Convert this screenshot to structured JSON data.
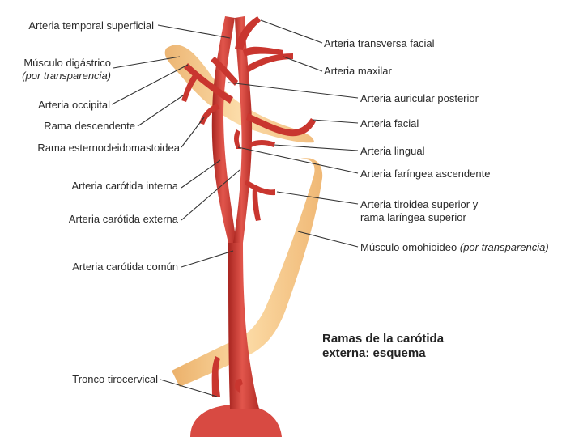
{
  "title": {
    "line1": "Ramas de la carótida",
    "line2": "externa: esquema"
  },
  "labels_left": [
    {
      "id": "temporal-superficial",
      "text": "Arteria temporal superficial"
    },
    {
      "id": "digastrico",
      "text": "Músculo digástrico"
    },
    {
      "id": "digastrico-note",
      "text": "(por transparencia)"
    },
    {
      "id": "occipital",
      "text": "Arteria occipital"
    },
    {
      "id": "rama-descendente",
      "text": "Rama descendente"
    },
    {
      "id": "rama-esternocleidomastoidea",
      "text": "Rama esternocleidomastoidea"
    },
    {
      "id": "carotida-interna",
      "text": "Arteria carótida interna"
    },
    {
      "id": "carotida-externa",
      "text": "Arteria carótida externa"
    },
    {
      "id": "carotida-comun",
      "text": "Arteria carótida común"
    },
    {
      "id": "tronco-tirocervical",
      "text": "Tronco tirocervical"
    }
  ],
  "labels_right": [
    {
      "id": "transversa-facial",
      "text": "Arteria transversa facial"
    },
    {
      "id": "maxilar",
      "text": "Arteria maxilar"
    },
    {
      "id": "auricular-posterior",
      "text": "Arteria auricular posterior"
    },
    {
      "id": "facial",
      "text": "Arteria facial"
    },
    {
      "id": "lingual",
      "text": "Arteria lingual"
    },
    {
      "id": "faringea-ascendente",
      "text": "Arteria faríngea ascendente"
    },
    {
      "id": "tiroidea-superior-1",
      "text": "Arteria tiroidea superior y"
    },
    {
      "id": "tiroidea-superior-2",
      "text": "rama laríngea superior"
    },
    {
      "id": "omohioideo",
      "text": "Músculo omohioideo"
    },
    {
      "id": "omohioideo-note",
      "text": "(por transparencia)"
    }
  ],
  "colors": {
    "artery": "#d8403a",
    "artery_dark": "#a82520",
    "artery_light": "#f08a80",
    "muscle": "#f5c27a",
    "muscle_light": "#fbdca8",
    "leader": "#333333"
  }
}
